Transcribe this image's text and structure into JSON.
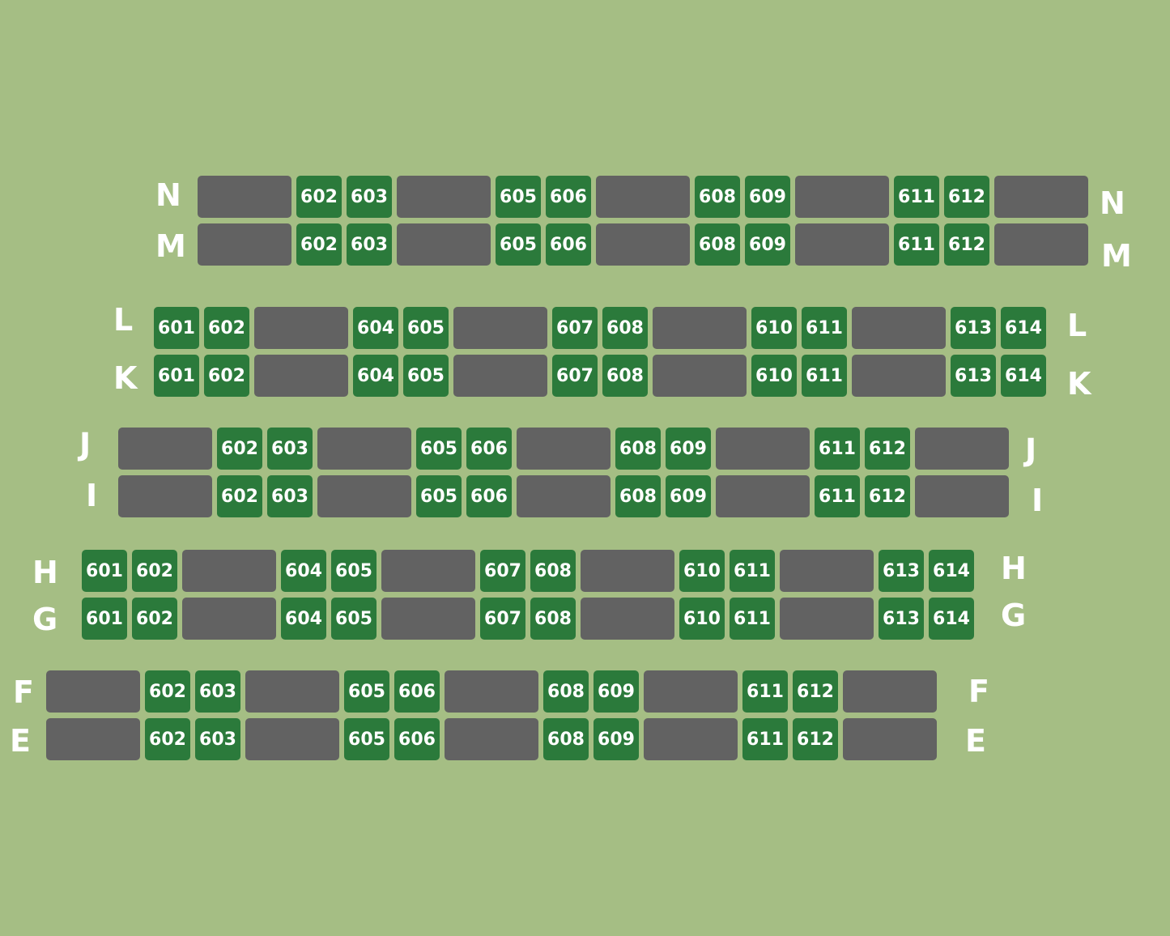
{
  "colors": {
    "background": "#a5be84",
    "seat_available": "#2b7a3b",
    "block_unavailable": "#626262",
    "label": "#ffffff"
  },
  "rows": [
    {
      "label": "N",
      "pattern": "B",
      "seats": [
        "602",
        "603",
        "605",
        "606",
        "608",
        "609",
        "611",
        "612"
      ]
    },
    {
      "label": "M",
      "pattern": "B",
      "seats": [
        "602",
        "603",
        "605",
        "606",
        "608",
        "609",
        "611",
        "612"
      ]
    },
    {
      "label": "L",
      "pattern": "A",
      "seats": [
        "601",
        "602",
        "604",
        "605",
        "607",
        "608",
        "610",
        "611",
        "613",
        "614"
      ]
    },
    {
      "label": "K",
      "pattern": "A",
      "seats": [
        "601",
        "602",
        "604",
        "605",
        "607",
        "608",
        "610",
        "611",
        "613",
        "614"
      ]
    },
    {
      "label": "J",
      "pattern": "B",
      "seats": [
        "602",
        "603",
        "605",
        "606",
        "608",
        "609",
        "611",
        "612"
      ]
    },
    {
      "label": "I",
      "pattern": "B",
      "seats": [
        "602",
        "603",
        "605",
        "606",
        "608",
        "609",
        "611",
        "612"
      ]
    },
    {
      "label": "H",
      "pattern": "A",
      "seats": [
        "601",
        "602",
        "604",
        "605",
        "607",
        "608",
        "610",
        "611",
        "613",
        "614"
      ]
    },
    {
      "label": "G",
      "pattern": "A",
      "seats": [
        "601",
        "602",
        "604",
        "605",
        "607",
        "608",
        "610",
        "611",
        "613",
        "614"
      ]
    },
    {
      "label": "F",
      "pattern": "B",
      "seats": [
        "602",
        "603",
        "605",
        "606",
        "608",
        "609",
        "611",
        "612"
      ]
    },
    {
      "label": "E",
      "pattern": "B",
      "seats": [
        "602",
        "603",
        "605",
        "606",
        "608",
        "609",
        "611",
        "612"
      ]
    }
  ]
}
